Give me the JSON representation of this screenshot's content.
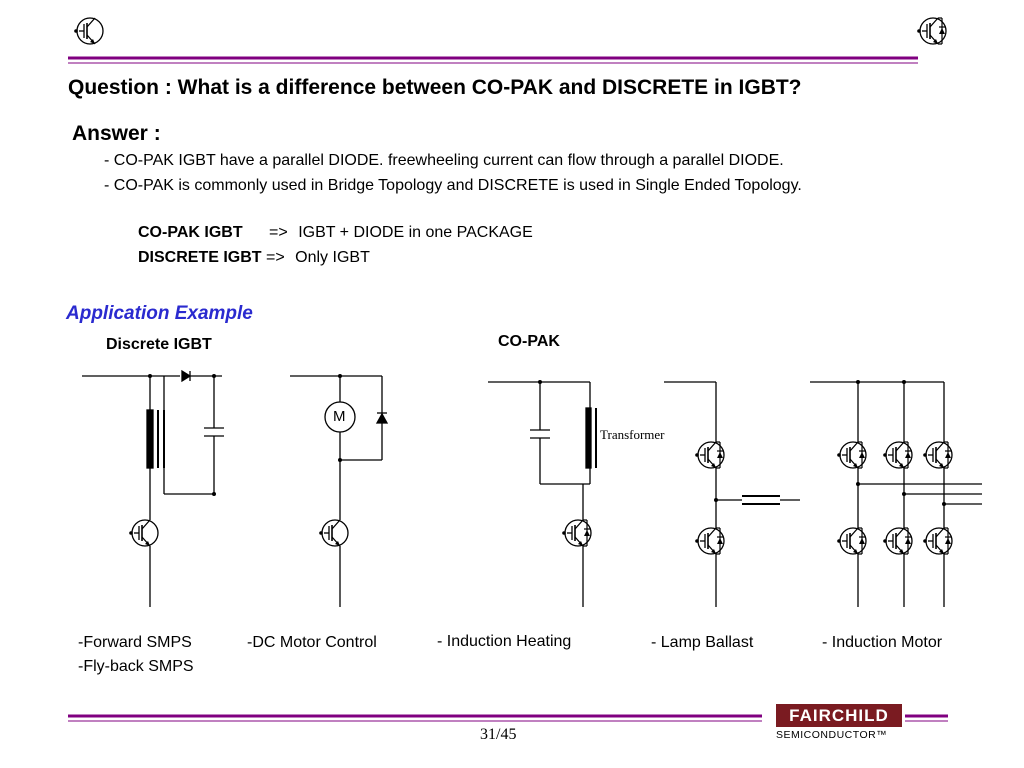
{
  "slide": {
    "question": "Question : What is a difference between CO-PAK and DISCRETE in IGBT?",
    "answer_heading": "Answer :",
    "answer_lines": [
      "- CO-PAK IGBT have a parallel DIODE.  freewheeling current can flow through a parallel DIODE.",
      "- CO-PAK is commonly used in Bridge Topology and DISCRETE is used in Single Ended Topology."
    ],
    "definitions": [
      {
        "term": "CO-PAK IGBT",
        "arrow": "=>",
        "meaning": "IGBT + DIODE in one PACKAGE"
      },
      {
        "term": "DISCRETE IGBT",
        "arrow": "=>",
        "meaning": "Only IGBT"
      }
    ],
    "application_heading": "Application Example",
    "group_labels": {
      "discrete": "Discrete IGBT",
      "copak": "CO-PAK"
    },
    "motor_label": "M",
    "transformer_label": "Transformer",
    "captions": {
      "forward": "-Forward SMPS",
      "flyback": "-Fly-back SMPS",
      "dc_motor": "-DC Motor Control",
      "induction_heating": "- Induction Heating",
      "lamp_ballast": "- Lamp Ballast",
      "induction_motor": "- Induction Motor"
    },
    "page_number": "31/45",
    "logo": {
      "top": "FAIRCHILD",
      "bottom": "SEMICONDUCTOR™"
    },
    "colors": {
      "rule": "#800080",
      "accent": "#2a2acf",
      "logo": "#7a1b21"
    }
  }
}
